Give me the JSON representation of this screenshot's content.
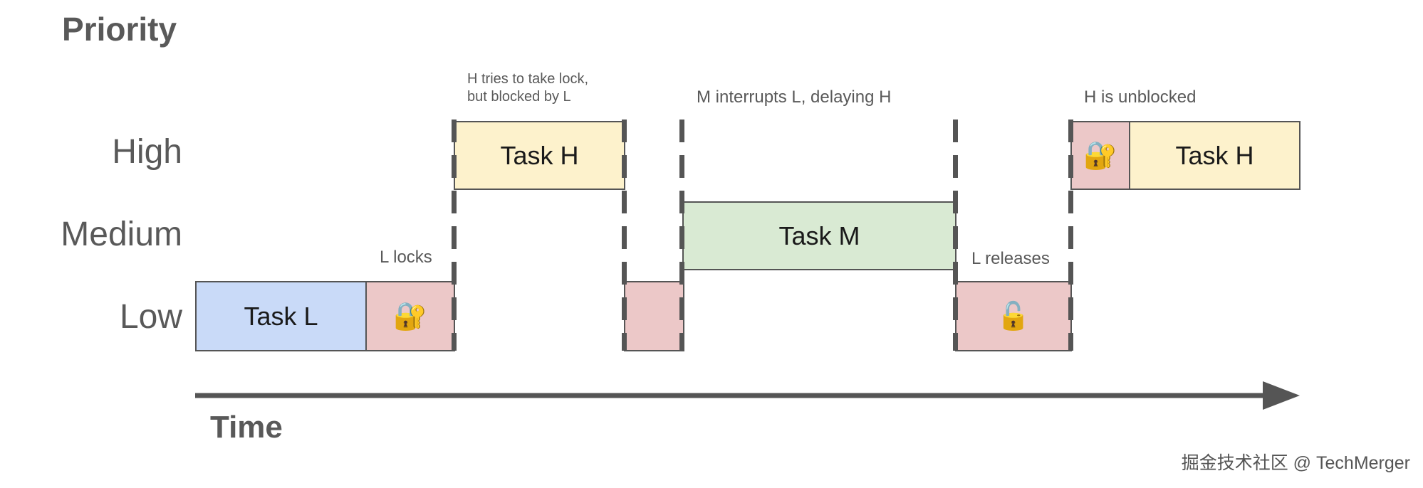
{
  "axis": {
    "y_title": "Priority",
    "x_title": "Time",
    "levels": [
      "High",
      "Medium",
      "Low"
    ]
  },
  "tasks": {
    "low": "Task L",
    "high_first": "Task H",
    "medium": "Task M",
    "high_second": "Task H"
  },
  "lock_icons": {
    "locked": "locked-with-key",
    "unlocked": "unlocked"
  },
  "annotations": {
    "l_locks": "L locks",
    "h_tries_line1": "H tries to take lock,",
    "h_tries_line2": "but blocked by L",
    "m_interrupts": "M interrupts L, delaying H",
    "l_releases": "L releases",
    "h_unblocked": "H is unblocked"
  },
  "colors": {
    "low_task": "#c9daf8",
    "lock_held": "#ecc8c8",
    "high_task": "#fdf2cc",
    "medium_task": "#d9ead3",
    "axis": "#555555"
  },
  "watermark": "掘金技术社区 @ TechMerger"
}
